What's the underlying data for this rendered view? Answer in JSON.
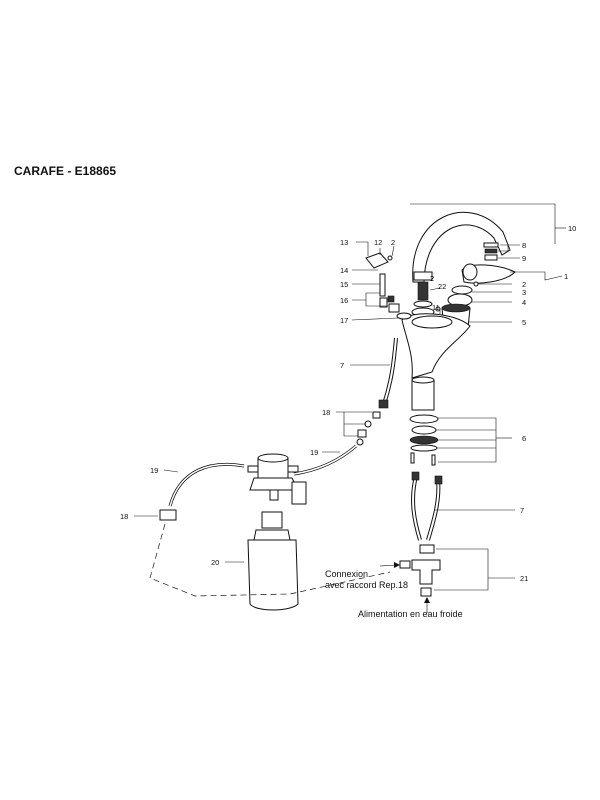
{
  "title": "CARAFE - E18865",
  "callouts": {
    "c1": "1",
    "c2a": "2",
    "c2b": "2",
    "c2c": "2",
    "c3": "3",
    "c4": "4",
    "c5": "5",
    "c6": "6",
    "c7a": "7",
    "c7b": "7",
    "c8": "8",
    "c9": "9",
    "c10": "10",
    "c11": "11",
    "c12": "12",
    "c13": "13",
    "c14": "14",
    "c15": "15",
    "c16": "16",
    "c17": "17",
    "c18a": "18",
    "c18b": "18",
    "c19a": "19",
    "c19b": "19",
    "c20": "20",
    "c21": "21",
    "c22": "22"
  },
  "notes": {
    "connexion_line1": "Connexion",
    "connexion_line2": "avec raccord Rep.18",
    "supply": "Alimentation en eau froide"
  }
}
